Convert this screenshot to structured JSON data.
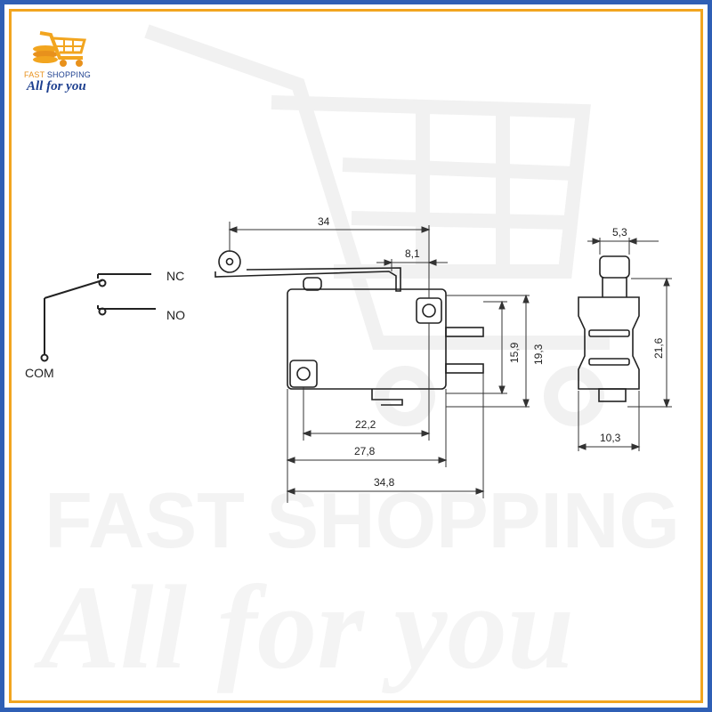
{
  "brand": {
    "name_part1": "FAST",
    "name_part2": "SHOPPING",
    "tagline": "All for you",
    "colors": {
      "orange": "#f2a51f",
      "blue": "#1d3f8f",
      "frame": "#2f5fb5"
    }
  },
  "watermark": {
    "line1": "FAST SHOPPING",
    "line2": "All for you"
  },
  "schematic": {
    "nc_label": "NC",
    "no_label": "NO",
    "com_label": "COM"
  },
  "dimensions": {
    "lever_length": "34",
    "lever_offset": "8,1",
    "mount_hole_span": "22,2",
    "body_width": "27,8",
    "overall_width": "34,8",
    "terminal_spacing": "15,9",
    "body_height": "19,3",
    "side_top_width": "5,3",
    "side_height": "21,6",
    "side_width": "10,3"
  }
}
